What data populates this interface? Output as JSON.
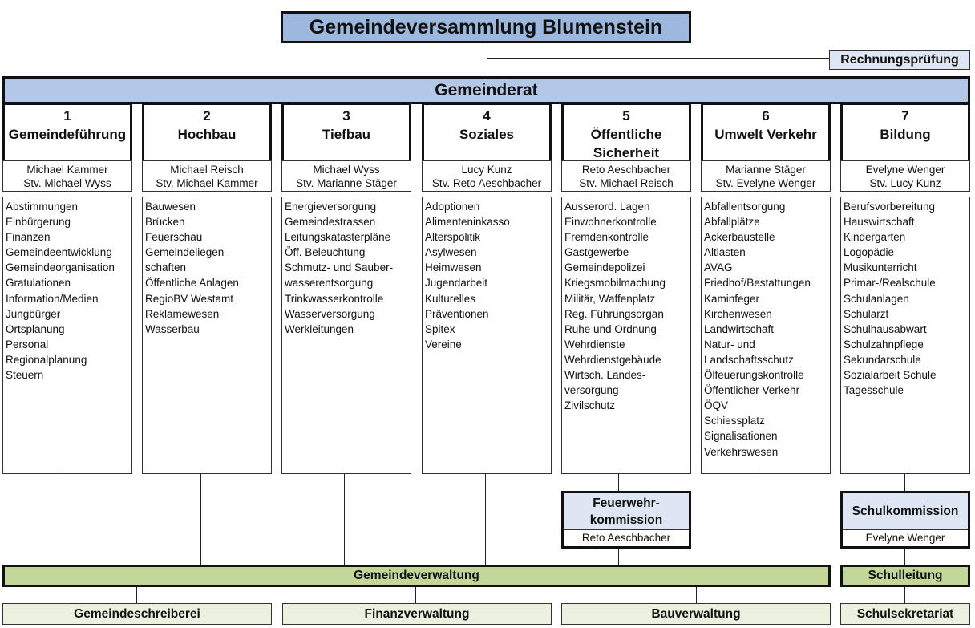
{
  "title": "Gemeindeversammlung Blumenstein",
  "audit": "Rechnungsprüfung",
  "council": "Gemeinderat",
  "departments": [
    {
      "num": "1",
      "name": "Gemeindeführung",
      "name2": "",
      "head": "Michael Kammer",
      "deputy": "Stv. Michael Wyss",
      "tasks": [
        "Abstimmungen",
        "Einbürgerung",
        "Finanzen",
        "Gemeindeentwicklung",
        "Gemeindeorganisation",
        "Gratulationen",
        "Information/Medien",
        "Jungbürger",
        "Ortsplanung",
        "Personal",
        "Regionalplanung",
        "Steuern"
      ]
    },
    {
      "num": "2",
      "name": "Hochbau",
      "name2": "",
      "head": "Michael Reisch",
      "deputy": "Stv. Michael Kammer",
      "tasks": [
        "Bauwesen",
        "Brücken",
        "Feuerschau",
        "Gemeindeliegen-",
        "schaften",
        "Öffentliche Anlagen",
        "RegioBV Westamt",
        "Reklamewesen",
        "Wasserbau"
      ]
    },
    {
      "num": "3",
      "name": "Tiefbau",
      "name2": "",
      "head": "Michael Wyss",
      "deputy": "Stv. Marianne Stäger",
      "tasks": [
        "Energieversorgung",
        "Gemeindestrassen",
        "Leitungskatasterpläne",
        "Öff. Beleuchtung",
        "Schmutz- und Sauber-",
        "wasserentsorgung",
        "Trinkwasserkontrolle",
        "Wasserversorgung",
        "Werkleitungen"
      ]
    },
    {
      "num": "4",
      "name": "Soziales",
      "name2": "",
      "head": "Lucy Kunz",
      "deputy": "Stv. Reto Aeschbacher",
      "tasks": [
        "Adoptionen",
        "Alimenteninkasso",
        "Alterspolitik",
        "Asylwesen",
        "Heimwesen",
        "Jugendarbeit",
        "Kulturelles",
        "Präventionen",
        "Spitex",
        "Vereine"
      ]
    },
    {
      "num": "5",
      "name": "Öffentliche",
      "name2": "Sicherheit",
      "head": "Reto Aeschbacher",
      "deputy": "Stv. Michael Reisch",
      "tasks": [
        "Ausserord. Lagen",
        "Einwohnerkontrolle",
        "Fremdenkontrolle",
        "Gastgewerbe",
        "Gemeindepolizei",
        "Kriegsmobilmachung",
        "Militär, Waffenplatz",
        "Reg. Führungsorgan",
        "Ruhe und Ordnung",
        "Wehrdienste",
        "Wehrdienstgebäude",
        "Wirtsch. Landes-",
        "versorgung",
        "Zivilschutz"
      ]
    },
    {
      "num": "6",
      "name": "Umwelt Verkehr",
      "name2": "",
      "head": "Marianne Stäger",
      "deputy": "Stv. Evelyne Wenger",
      "tasks": [
        "Abfallentsorgung",
        "Abfallplätze",
        "Ackerbaustelle",
        "Altlasten",
        "AVAG",
        "Friedhof/Bestattungen",
        "Kaminfeger",
        "Kirchenwesen",
        "Landwirtschaft",
        "Natur- und",
        "Landschaftsschutz",
        "Ölfeuerungskontrolle",
        "Öffentlicher Verkehr",
        "ÖQV",
        "Schiessplatz",
        "Signalisationen",
        "Verkehrswesen"
      ]
    },
    {
      "num": "7",
      "name": "Bildung",
      "name2": "",
      "head": "Evelyne Wenger",
      "deputy": "Stv. Lucy Kunz",
      "tasks": [
        "Berufsvorbereitung",
        "Hauswirtschaft",
        "Kindergarten",
        "Logopädie",
        "Musikunterricht",
        "Primar-/Realschule",
        "Schulanlagen",
        "Schularzt",
        "Schulhausabwart",
        "Schulzahnpflege",
        "Sekundarschule",
        "Sozialarbeit Schule",
        "Tagesschule"
      ]
    }
  ],
  "commissions": {
    "fire": {
      "line1": "Feuerwehr-",
      "line2": "kommission",
      "person": "Reto Aeschbacher"
    },
    "school": {
      "name": "Schulkommission",
      "person": "Evelyne Wenger"
    }
  },
  "administration": "Gemeindeverwaltung",
  "school_management": "Schulleitung",
  "offices": [
    "Gemeindeschreiberei",
    "Finanzverwaltung",
    "Bauverwaltung"
  ],
  "school_secretariat": "Schulsekretariat"
}
